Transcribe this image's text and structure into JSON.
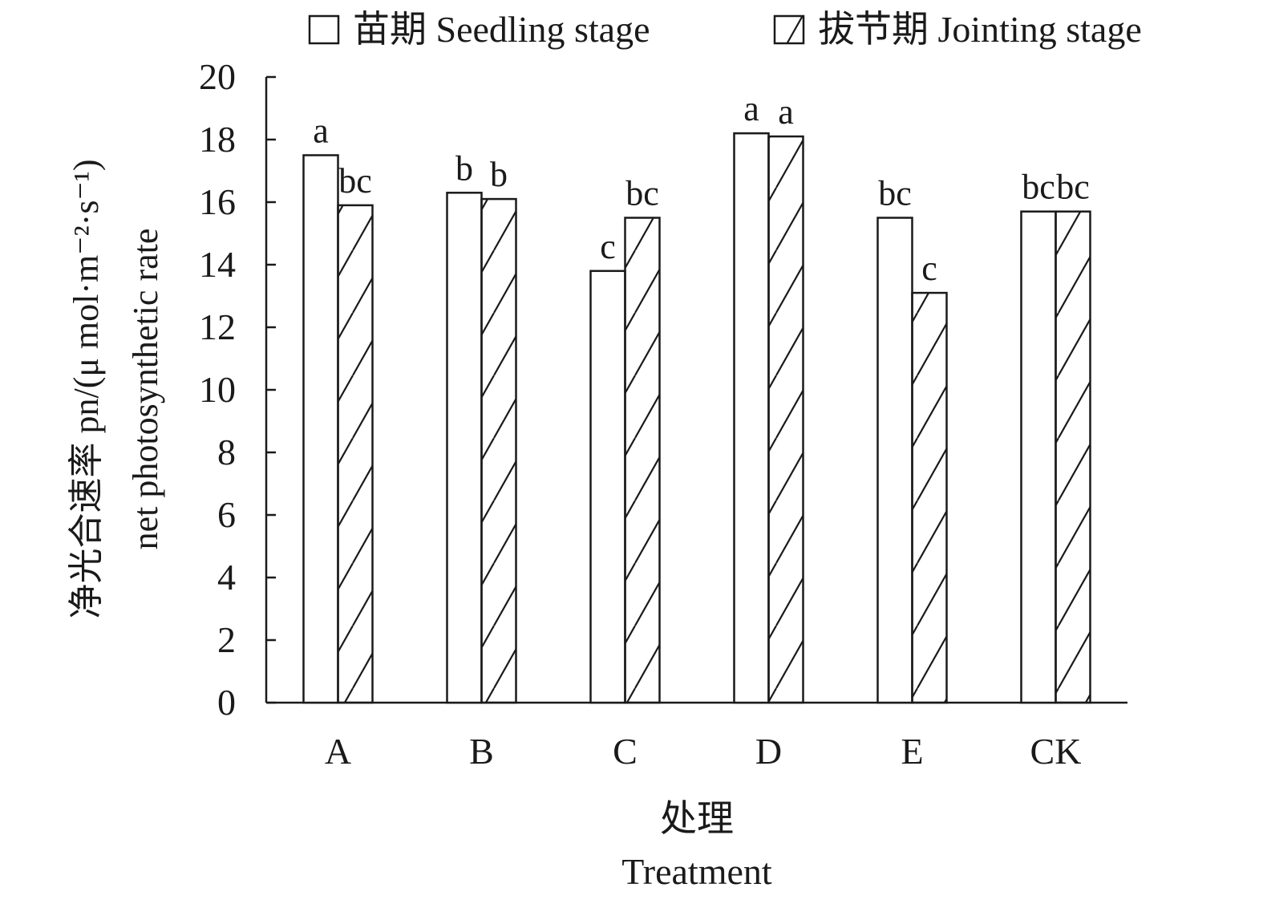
{
  "chart_data": {
    "type": "bar",
    "categories": [
      "A",
      "B",
      "C",
      "D",
      "E",
      "CK"
    ],
    "series": [
      {
        "name": "苗期 Seedling stage",
        "pattern": "open",
        "values": [
          17.5,
          16.3,
          13.8,
          18.2,
          15.5,
          15.7
        ],
        "labels": [
          "a",
          "b",
          "c",
          "a",
          "bc",
          "bc"
        ]
      },
      {
        "name": "拔节期 Jointing stage",
        "pattern": "hatched",
        "values": [
          15.9,
          16.1,
          15.5,
          18.1,
          13.1,
          15.7
        ],
        "labels": [
          "bc",
          "b",
          "bc",
          "a",
          "c",
          "bc"
        ]
      }
    ],
    "xlabel": [
      "处理",
      "Treatment"
    ],
    "ylabel": [
      "净光合速率 pn/(μ mol·m⁻²·s⁻¹)",
      "net photosynthetic rate"
    ],
    "ylim": [
      0,
      20
    ],
    "yticks": [
      0,
      2,
      4,
      6,
      8,
      10,
      12,
      14,
      16,
      18,
      20
    ],
    "grid": false,
    "legend": "top"
  }
}
